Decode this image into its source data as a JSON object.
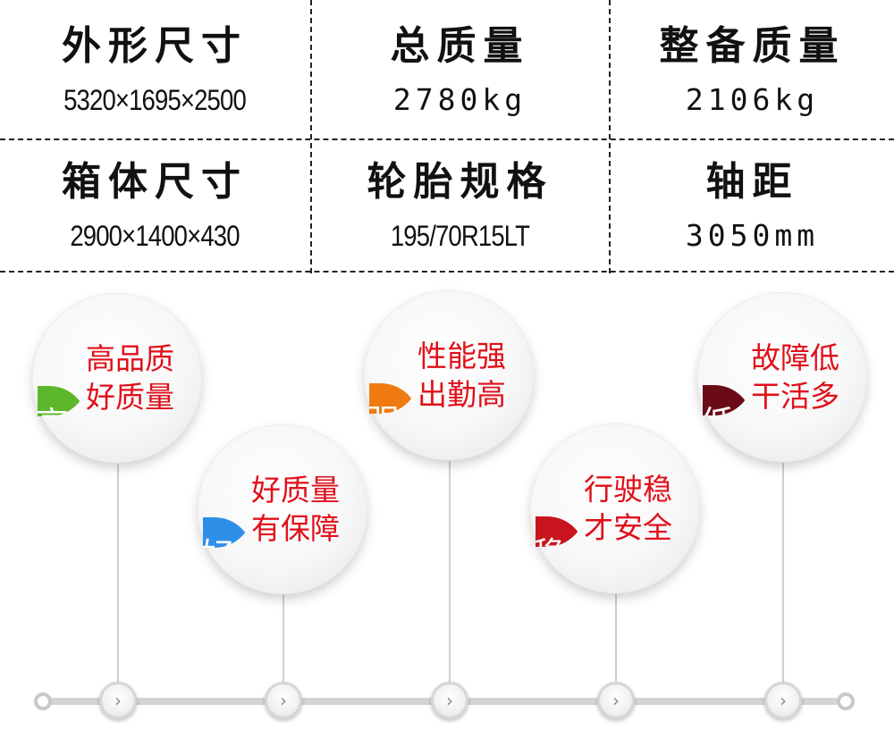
{
  "specs": [
    {
      "label": "外形尺寸",
      "value": "5320×1695×2500"
    },
    {
      "label": "总质量",
      "value": "2780kg"
    },
    {
      "label": "整备质量",
      "value": "2106kg"
    },
    {
      "label": "箱体尺寸",
      "value": "2900×1400×430"
    },
    {
      "label": "轮胎规格",
      "value": "195/70R15LT"
    },
    {
      "label": "轴距",
      "value": "3050mm"
    }
  ],
  "features": [
    {
      "badge": "高",
      "line1": "高品质",
      "line2": "好质量",
      "color": "#5cb82a"
    },
    {
      "badge": "好",
      "line1": "好质量",
      "line2": "有保障",
      "color": "#2e8fe8"
    },
    {
      "badge": "强",
      "line1": "性能强",
      "line2": "出勤高",
      "color": "#f07a12"
    },
    {
      "badge": "稳",
      "line1": "行驶稳",
      "line2": "才安全",
      "color": "#c8141c"
    },
    {
      "badge": "低",
      "line1": "故障低",
      "line2": "干活多",
      "color": "#6b0b16"
    }
  ],
  "timeline": {
    "node_glyph": "›"
  }
}
